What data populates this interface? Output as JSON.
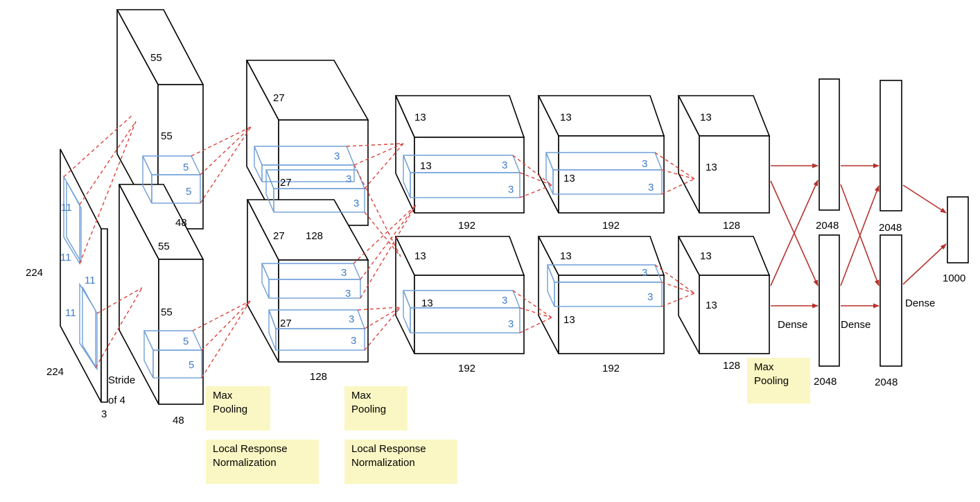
{
  "colors": {
    "note_bg": "#fbf7c4",
    "kernel_blue": "#6f9fd8",
    "dash_red": "#d9423a",
    "arrow_red": "#b7322c"
  },
  "input": {
    "size": "224",
    "depth": "3",
    "kernel": "11",
    "stride_line1": "Stride",
    "stride_line2": "of 4"
  },
  "conv1": {
    "size": "55",
    "depth": "48",
    "kernel": "5"
  },
  "conv2": {
    "size": "27",
    "depth": "128",
    "kernel": "3"
  },
  "conv3": {
    "size": "13",
    "depth": "192",
    "kernel": "3"
  },
  "conv4": {
    "size": "13",
    "depth": "192",
    "kernel": "3"
  },
  "conv5": {
    "size": "13",
    "depth": "128"
  },
  "dense": {
    "fc_size": "2048",
    "output_size": "1000",
    "label": "Dense"
  },
  "notes": {
    "max_pooling": "Max Pooling",
    "lrn": "Local Response Normalization"
  }
}
